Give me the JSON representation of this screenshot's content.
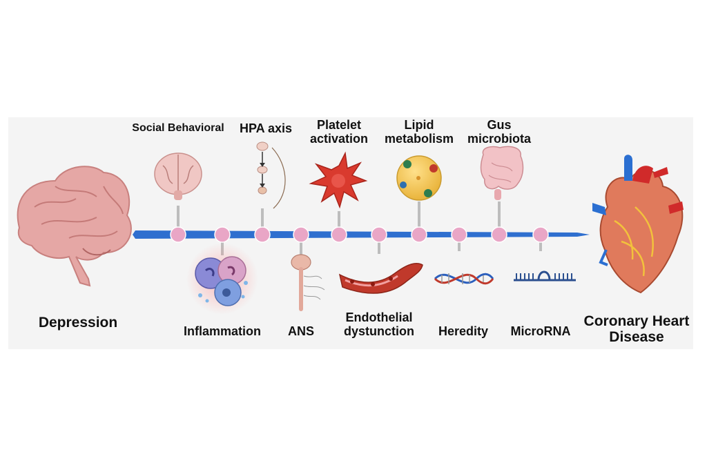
{
  "endpoints": {
    "start": "Depression",
    "end_line1": "Coronary Heart",
    "end_line2": "Disease"
  },
  "top_factors": [
    {
      "lines": [
        "Social Behavioral"
      ],
      "icon": "brain-top-icon"
    },
    {
      "lines": [
        "HPA axis"
      ],
      "icon": "hpa-axis-icon"
    },
    {
      "lines": [
        "Platelet",
        "activation"
      ],
      "icon": "platelet-icon"
    },
    {
      "lines": [
        "Lipid",
        "metabolism"
      ],
      "icon": "lipid-droplet-icon"
    },
    {
      "lines": [
        "Gus",
        "microbiota"
      ],
      "icon": "intestine-icon"
    }
  ],
  "bottom_factors": [
    {
      "lines": [
        "Inflammation"
      ],
      "icon": "immune-cells-icon"
    },
    {
      "lines": [
        "ANS"
      ],
      "icon": "nerve-icon"
    },
    {
      "lines": [
        "Endothelial",
        "dystunction"
      ],
      "icon": "blood-vessel-icon"
    },
    {
      "lines": [
        "Heredity"
      ],
      "icon": "dna-icon"
    },
    {
      "lines": [
        "MicroRNA"
      ],
      "icon": "microrna-icon"
    }
  ],
  "colors": {
    "axis": "#2f6fcf",
    "node": "#e9a6c6",
    "connector": "#bdbdbd",
    "brain": "#e3a3a3",
    "heart": "#d9534f"
  }
}
